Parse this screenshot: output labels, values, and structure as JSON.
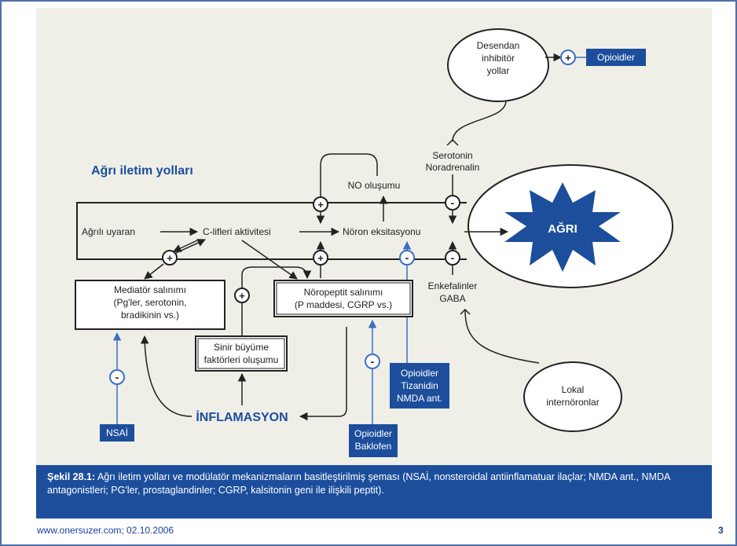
{
  "diagram": {
    "title": "Ağrı iletim yolları",
    "pain": "AĞRI",
    "nodes": {
      "descending_1": "Desendan",
      "descending_2": "inhibitör",
      "descending_3": "yollar",
      "opioids_top": "Opioidler",
      "serotonin": "Serotonin",
      "noradrenalin": "Noradrenalin",
      "no_formation": "NO oluşumu",
      "painful_stimulus": "Ağrılı uyaran",
      "c_fibers": "C-lifleri aktivitesi",
      "neuron_excitation": "Nöron eksitasyonu",
      "mediator_1": "Mediatör salınımı",
      "mediator_2": "(Pg'ler, serotonin,",
      "mediator_3": "bradikinin vs.)",
      "neuropeptide_1": "Nöropeptit salınımı",
      "neuropeptide_2": "(P maddesi, CGRP vs.)",
      "nerve_growth_1": "Sinir büyüme",
      "nerve_growth_2": "faktörleri oluşumu",
      "enkephalins": "Enkefalinler",
      "gaba": "GABA",
      "local_1": "Lokal",
      "local_2": "internöronlar",
      "inflammation": "İNFLAMASYON",
      "nsai": "NSAİ",
      "mid_drug_1": "Opioidler",
      "mid_drug_2": "Tizanidin",
      "mid_drug_3": "NMDA ant.",
      "bottom_drug_1": "Opioidler",
      "bottom_drug_2": "Baklofen"
    },
    "signs": {
      "plus": "+",
      "minus": "-"
    }
  },
  "caption": {
    "bold": "Şekil 28.1:",
    "text": " Ağrı iletim yolları ve modülatör mekanizmaların basitleştirilmiş şeması (NSAİ, nonsteroidal antiinflamatuar ilaçlar; NMDA ant., NMDA antagonistleri; PG'ler, prostaglandinler; CGRP, kalsitonin geni ile ilişkili peptit)."
  },
  "footer": {
    "url": "www.onersuzer.com; 02.10.2006",
    "page": "3"
  },
  "colors": {
    "drug_box": "#1c4e9c",
    "inhibitor_line": "#3a6fc4",
    "caption_bg": "#1c4e9c",
    "figure_bg": "#efefe8"
  }
}
